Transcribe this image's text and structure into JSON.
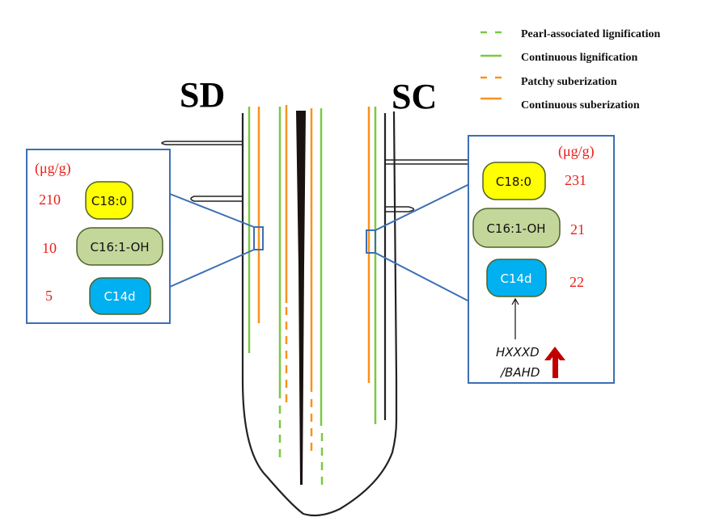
{
  "legend": {
    "items": [
      {
        "label": "Pearl-associated lignification",
        "color": "#7ac943",
        "style": "dashed"
      },
      {
        "label": "Continuous lignification",
        "color": "#7ac943",
        "style": "solid"
      },
      {
        "label": "Patchy suberization",
        "color": "#f7931e",
        "style": "dashed"
      },
      {
        "label": "Continuous suberization",
        "color": "#f7931e",
        "style": "solid"
      }
    ]
  },
  "colors": {
    "lignin": "#7ac943",
    "suberin": "#f7931e",
    "callout_border": "#3c6fb4",
    "value_text": "#e8201a",
    "pill_yellow": "#ffff00",
    "pill_olive": "#c4d79b",
    "pill_cyan": "#00b0f0",
    "pill_border": "#4f6228",
    "arrow_up": "#c00000"
  },
  "labels": {
    "left_condition": "SD",
    "right_condition": "SC"
  },
  "left_panel": {
    "unit": "(μg/g)",
    "rows": [
      {
        "compound": "C18:0",
        "value": "210"
      },
      {
        "compound": "C16:1-OH",
        "value": "10"
      },
      {
        "compound": "C14d",
        "value": "5"
      }
    ]
  },
  "right_panel": {
    "unit": "(μg/g)",
    "rows": [
      {
        "compound": "C18:0",
        "value": "231"
      },
      {
        "compound": "C16:1-OH",
        "value": "21"
      },
      {
        "compound": "C14d",
        "value": "22"
      }
    ],
    "gene_line1": "HXXXD",
    "gene_line2": "/BAHD",
    "gene_regulation": "up"
  }
}
